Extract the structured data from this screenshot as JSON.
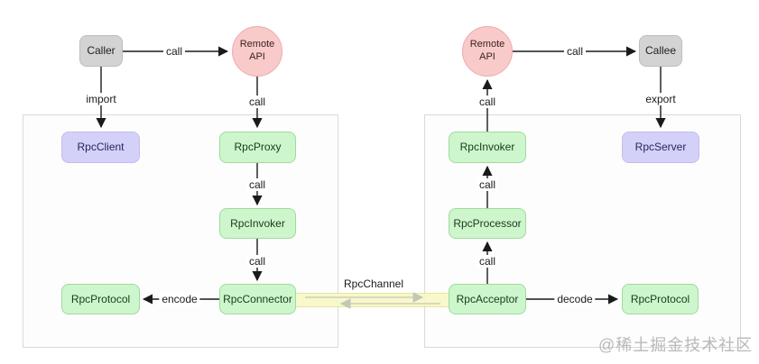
{
  "watermark": "@稀土掘金技术社区",
  "colors": {
    "node_green_fill": "#cdf6cc",
    "node_green_border": "#9edb9e",
    "node_purple_fill": "#d4d1f8",
    "node_gray_fill": "#d3d3d3",
    "node_pink_fill": "#f9caca",
    "channel_fill": "#f7f7c4",
    "channel_border": "#e6e69c",
    "container_border": "#d9d9d9",
    "arrow": "#1a1a1a"
  },
  "nodes": {
    "caller": {
      "label": "Caller"
    },
    "remote_api_client": {
      "label": "Remote\nAPI"
    },
    "remote_api_server": {
      "label": "Remote\nAPI"
    },
    "callee": {
      "label": "Callee"
    },
    "rpc_client": {
      "label": "RpcClient"
    },
    "rpc_proxy": {
      "label": "RpcProxy"
    },
    "rpc_invoker_client": {
      "label": "RpcInvoker"
    },
    "rpc_connector": {
      "label": "RpcConnector"
    },
    "rpc_protocol_client": {
      "label": "RpcProtocol"
    },
    "rpc_invoker_server": {
      "label": "RpcInvoker"
    },
    "rpc_server": {
      "label": "RpcServer"
    },
    "rpc_processor": {
      "label": "RpcProcessor"
    },
    "rpc_acceptor": {
      "label": "RpcAcceptor"
    },
    "rpc_protocol_server": {
      "label": "RpcProtocol"
    }
  },
  "edges": {
    "caller_to_remote_api": {
      "label": "call"
    },
    "caller_to_rpc_client": {
      "label": "import"
    },
    "remote_api_to_rpc_proxy": {
      "label": "call"
    },
    "rpc_proxy_to_rpc_invoker": {
      "label": "call"
    },
    "rpc_invoker_to_rpc_connector": {
      "label": "call"
    },
    "rpc_connector_to_rpc_protocol": {
      "label": "encode"
    },
    "rpc_invoker_to_remote_api": {
      "label": "call"
    },
    "remote_api_to_callee": {
      "label": "call"
    },
    "callee_to_rpc_server": {
      "label": "export"
    },
    "rpc_processor_to_rpc_invoker": {
      "label": "call"
    },
    "rpc_acceptor_to_rpc_processor": {
      "label": "call"
    },
    "rpc_acceptor_to_rpc_protocol": {
      "label": "decode"
    },
    "channel": {
      "label": "RpcChannel"
    }
  }
}
